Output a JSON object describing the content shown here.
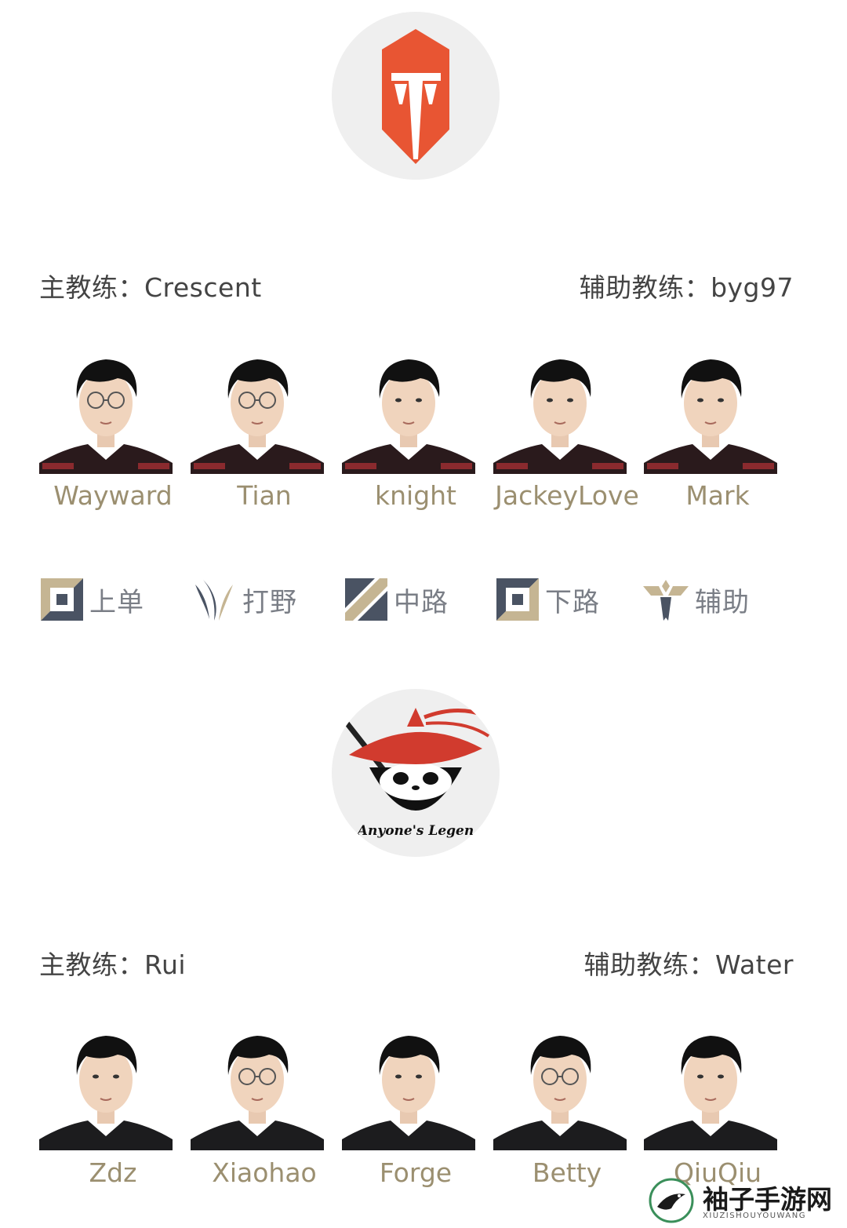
{
  "colors": {
    "accent_orange": "#e85533",
    "player_name": "#9b8f70",
    "role_label": "#7a7e86",
    "role_icon_gold": "#c5b593",
    "role_icon_dark": "#4a5363",
    "al_red": "#d13b2e"
  },
  "teams": [
    {
      "logo_icon": "tes-logo-icon",
      "logo_text": "",
      "head_coach": "主教练：Crescent",
      "assistant_coach": "辅助教练：byg97",
      "players": [
        {
          "name": "Wayward",
          "glasses": true
        },
        {
          "name": "Tian",
          "glasses": true
        },
        {
          "name": "knight",
          "glasses": false
        },
        {
          "name": "JackeyLove",
          "glasses": false
        },
        {
          "name": "Mark",
          "glasses": false
        }
      ]
    },
    {
      "logo_icon": "al-panda-logo-icon",
      "logo_text": "Anyone's Legen",
      "head_coach": "主教练：Rui",
      "assistant_coach": "辅助教练：Water",
      "players": [
        {
          "name": "Zdz",
          "glasses": false
        },
        {
          "name": "Xiaohao",
          "glasses": true
        },
        {
          "name": "Forge",
          "glasses": false
        },
        {
          "name": "Betty",
          "glasses": true
        },
        {
          "name": "QiuQiu",
          "glasses": false
        }
      ]
    }
  ],
  "roles": [
    {
      "label": "上单",
      "icon": "top-lane-icon"
    },
    {
      "label": "打野",
      "icon": "jungle-icon"
    },
    {
      "label": "中路",
      "icon": "mid-lane-icon"
    },
    {
      "label": "下路",
      "icon": "bot-lane-icon"
    },
    {
      "label": "辅助",
      "icon": "support-icon"
    }
  ],
  "watermark": {
    "title": "袖子手游网",
    "subtitle": "XIUZISHOUYOUWANG"
  }
}
